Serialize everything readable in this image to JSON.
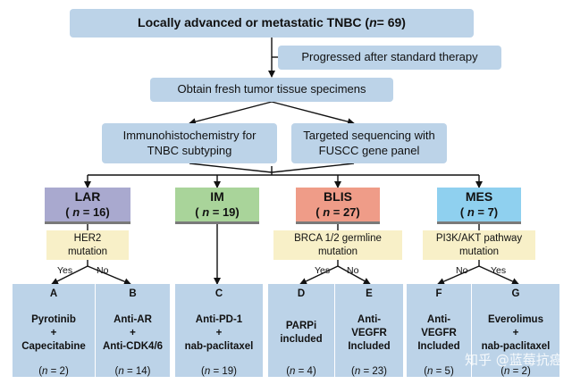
{
  "top": {
    "text_pre": "Locally advanced or metastatic TNBC (",
    "n_label": "n",
    "text_post": " = 69)"
  },
  "side_note": "Progressed after standard therapy",
  "obtain": "Obtain fresh tumor tissue specimens",
  "ihc": {
    "line1": "Immunohistochemistry for",
    "line2": "TNBC subtyping"
  },
  "seq": {
    "line1": "Targeted sequencing with",
    "line2": "FUSCC gene panel"
  },
  "subtypes": [
    {
      "name": "LAR",
      "n_pre": "( ",
      "n_label": "n",
      "n_post": " = 16)",
      "color": "#a9a9cf"
    },
    {
      "name": "IM",
      "n_pre": "( ",
      "n_label": "n",
      "n_post": " = 19)",
      "color": "#a9d49a"
    },
    {
      "name": "BLIS",
      "n_pre": "( ",
      "n_label": "n",
      "n_post": " = 27)",
      "color": "#ef9c88"
    },
    {
      "name": "MES",
      "n_pre": "( ",
      "n_label": "n",
      "n_post": " = 7)",
      "color": "#8fd0ef"
    }
  ],
  "conditions": [
    {
      "line1": "HER2",
      "line2": "mutation"
    },
    {
      "line1": "BRCA 1/2 germline",
      "line2": "mutation"
    },
    {
      "line1": "PI3K/AKT pathway",
      "line2": "mutation"
    }
  ],
  "yes_no": {
    "yes": "Yes",
    "no": "No"
  },
  "arms": [
    {
      "letter": "A",
      "lines": [
        "Pyrotinib",
        "+",
        "Capecitabine"
      ],
      "n_pre": "(",
      "n_label": "n",
      "n_post": " = 2)"
    },
    {
      "letter": "B",
      "lines": [
        "Anti-AR",
        "+",
        "Anti-CDK4/6"
      ],
      "n_pre": "(",
      "n_label": "n",
      "n_post": " = 14)"
    },
    {
      "letter": "C",
      "lines": [
        "Anti-PD-1",
        "+",
        "nab-paclitaxel"
      ],
      "n_pre": "(",
      "n_label": "n",
      "n_post": " = 19)"
    },
    {
      "letter": "D",
      "lines": [
        "PARPi",
        "",
        "included"
      ],
      "n_pre": "(",
      "n_label": "n",
      "n_post": " = 4)"
    },
    {
      "letter": "E",
      "lines": [
        "Anti-",
        "VEGFR",
        "Included"
      ],
      "n_pre": "(",
      "n_label": "n",
      "n_post": " = 23)"
    },
    {
      "letter": "F",
      "lines": [
        "Anti-",
        "VEGFR",
        "Included"
      ],
      "n_pre": "(",
      "n_label": "n",
      "n_post": " = 5)"
    },
    {
      "letter": "G",
      "lines": [
        "Everolimus",
        "+",
        "nab-paclitaxel"
      ],
      "n_pre": "(",
      "n_label": "n",
      "n_post": " = 2)"
    }
  ],
  "watermark": "知乎 @蓝莓抗癌"
}
